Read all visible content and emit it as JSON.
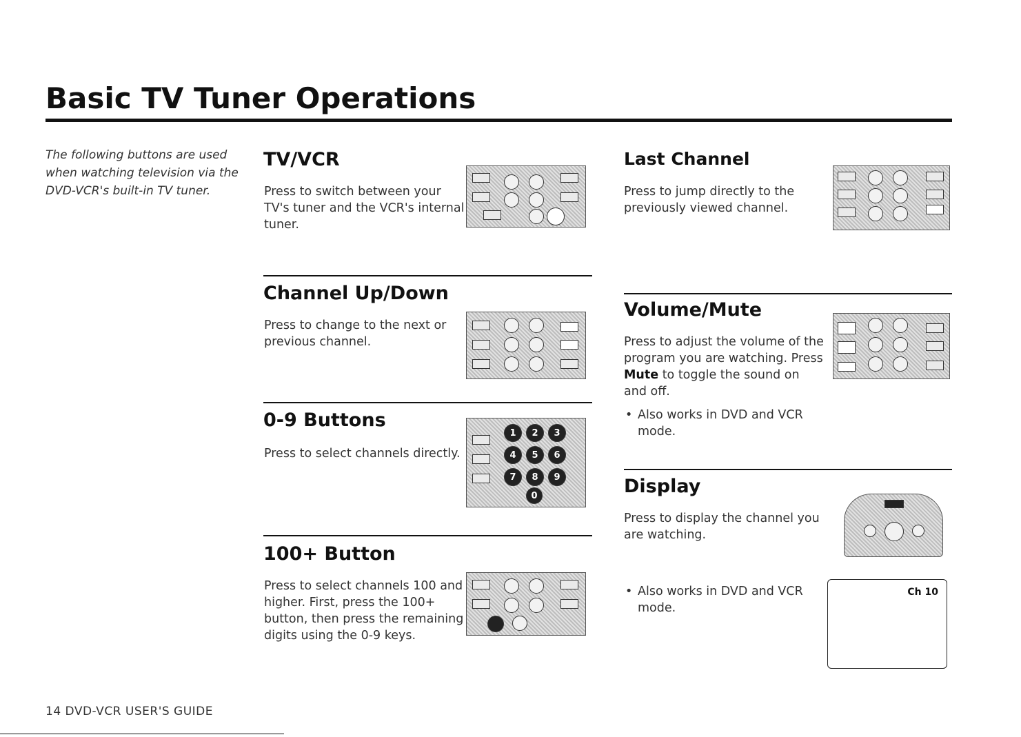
{
  "page": {
    "title": "Basic TV Tuner Operations",
    "intro": "The following buttons are used when watching television via the DVD-VCR's built-in TV tuner.",
    "footer": "14 DVD-VCR USER'S GUIDE"
  },
  "sections": {
    "tvvcr": {
      "heading": "TV/VCR",
      "text": "Press to switch between your TV's tuner and the VCR's internal tuner."
    },
    "channel_updown": {
      "heading": "Channel Up/Down",
      "text": "Press to change to the next or previous channel."
    },
    "buttons_09": {
      "heading": "0-9 Buttons",
      "text": "Press to select channels directly."
    },
    "button_100": {
      "heading": "100+ Button",
      "text": "Press to select channels 100 and higher. First, press the 100+ button, then press the remaining digits using the 0-9 keys."
    },
    "last_channel": {
      "heading": "Last Channel",
      "text": "Press to jump directly to the previously viewed channel."
    },
    "volume_mute": {
      "heading": "Volume/Mute",
      "text_before": "Press to adjust the volume of the program you are watching. Press",
      "bold_word": "Mute",
      "text_after": "to toggle the sound on and off.",
      "bullet": "Also works in DVD and VCR mode."
    },
    "display": {
      "heading": "Display",
      "text": "Press to display the channel you are watching.",
      "bullet": "Also works in DVD and VCR mode.",
      "tv_readout": "Ch 10"
    }
  },
  "remote_keys": {
    "digits": [
      "1",
      "2",
      "3",
      "4",
      "5",
      "6",
      "7",
      "8",
      "9",
      "0"
    ]
  }
}
